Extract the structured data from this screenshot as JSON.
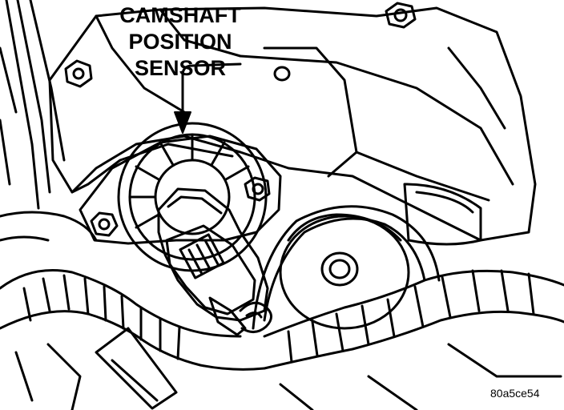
{
  "callout": {
    "line1": "CAMSHAFT",
    "line2": "POSITION",
    "line3": "SENSOR"
  },
  "figure_code": "80a5ce54",
  "colors": {
    "ink": "#000000",
    "paper": "#ffffff"
  }
}
